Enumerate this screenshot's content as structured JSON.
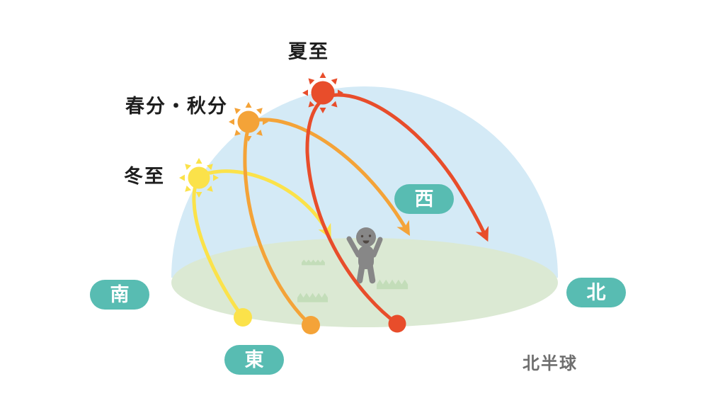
{
  "labels": {
    "summer_solstice": "夏至",
    "equinox": "春分・秋分",
    "winter_solstice": "冬至"
  },
  "badges": {
    "south": "南",
    "east": "東",
    "west": "西",
    "north": "北"
  },
  "caption": "北半球",
  "colors": {
    "sky_dome": "#D4EAF6",
    "ground": "#DBE9D3",
    "grass": "#C3DDB9",
    "summer_path": "#E84D2B",
    "equinox_path": "#F4A338",
    "winter_path": "#FBE24A",
    "badge_bg": "#58BCB2",
    "badge_text": "#FFFFFF",
    "label_text": "#1E1E1E",
    "caption_text": "#6F6F6F",
    "person_body": "#878787",
    "person_face": "#4F4742"
  },
  "sun_paths": [
    {
      "season": "夏至",
      "color": "#E84D2B",
      "arc_height": "highest",
      "rises": "east",
      "sets": "west"
    },
    {
      "season": "春分・秋分",
      "color": "#F4A338",
      "arc_height": "middle",
      "rises": "east",
      "sets": "west"
    },
    {
      "season": "冬至",
      "color": "#FBE24A",
      "arc_height": "lowest",
      "rises": "east",
      "sets": "west"
    }
  ]
}
